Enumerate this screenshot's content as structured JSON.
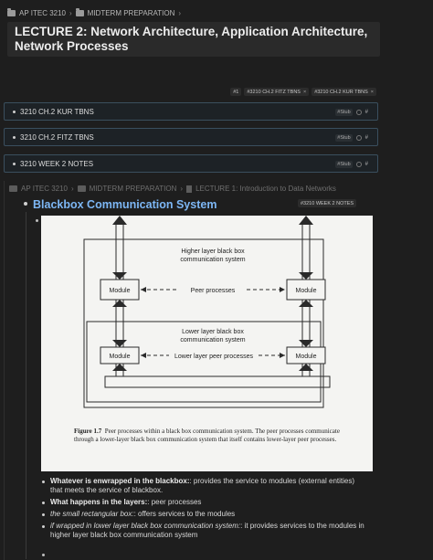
{
  "breadcrumb": {
    "items": [
      "AP ITEC 3210",
      "MIDTERM PREPARATION"
    ]
  },
  "page": {
    "title": "LECTURE 2: Network Architecture, Application Architecture, Network Processes"
  },
  "tags": [
    {
      "label": "#1"
    },
    {
      "label": "#3210 CH.2 FITZ TBNS"
    },
    {
      "label": "#3210 CH.2 KUR TBNS"
    }
  ],
  "embeds": [
    {
      "label": "3210 CH.2 KUR TBNS",
      "tag": "#Stub"
    },
    {
      "label": "3210 CH.2 FITZ TBNS",
      "tag": "#Stub"
    },
    {
      "label": "3210 WEEK 2 NOTES",
      "tag": "#Stub"
    }
  ],
  "block": {
    "breadcrumb": [
      "AP ITEC 3210",
      "MIDTERM PREPARATION",
      "LECTURE 1: Introduction to Data Networks"
    ],
    "heading": "Blackbox Communication System",
    "tag": "#3210 WEEK 2 NOTES",
    "figure": {
      "higher_label_1": "Higher layer black box",
      "higher_label_2": "communication system",
      "module": "Module",
      "peer": "Peer processes",
      "lower_label_1": "Lower layer black box",
      "lower_label_2": "communication system",
      "lower_peer": "Lower layer peer processes",
      "caption_prefix": "Figure 1.7",
      "caption_text": "Peer processes within a black box communication system. The peer processes communicate through a lower-layer black box communication system that itself contains lower-layer peer processes."
    },
    "notes": [
      {
        "bold": "Whatever is enwrapped in the blackbox:",
        "rest": ": provides the service to modules (external entities) that meets the service of blackbox."
      },
      {
        "bold": "What happens in the layers:",
        "rest": ": peer processes"
      },
      {
        "italic": "the small rectangular box:",
        "rest": ": offers services to the modules"
      },
      {
        "italic": "if wrapped in lower layer black box communication system:",
        "rest": ": it provides services to the modules in higher layer black box communication system"
      }
    ]
  }
}
